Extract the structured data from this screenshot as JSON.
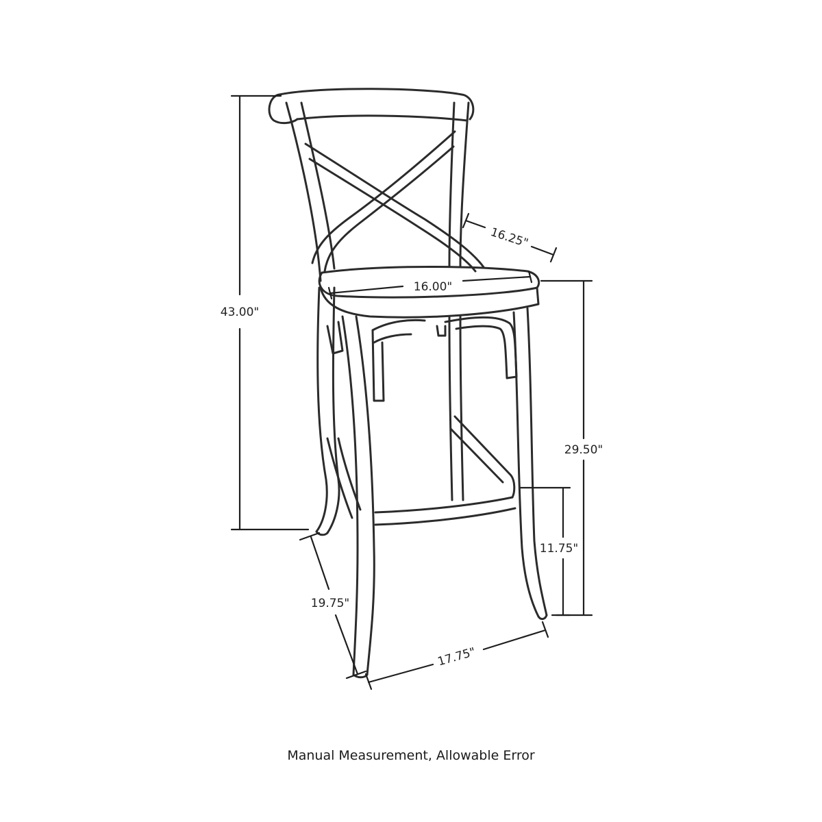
{
  "caption": "Manual Measurement, Allowable Error",
  "dimensions": {
    "overall_height": "43.00\"",
    "seat_height": "29.50\"",
    "footrest_height": "11.75\"",
    "seat_width": "16.00\"",
    "seat_depth": "16.25\"",
    "base_depth": "19.75\"",
    "base_width": "17.75\""
  },
  "colors": {
    "line": "#2b2b2b",
    "text": "#222222",
    "background": "#ffffff"
  }
}
